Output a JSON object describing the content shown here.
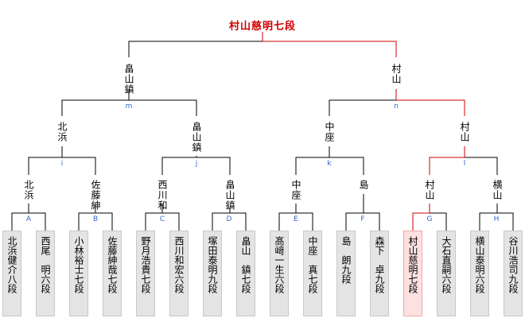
{
  "champion": "村山慈明七段",
  "bracket_labels": {
    "final_left": "畠山鎮",
    "final_right": "村山",
    "m_left": "北浜",
    "m_right": "畠山鎮",
    "n_left": "中座",
    "n_right": "村山",
    "i_left": "北浜",
    "i_right": "佐藤紳",
    "j_left": "西川和",
    "j_right": "畠山鎮",
    "k_left": "中座",
    "k_right": "島",
    "l_left": "村山",
    "l_right": "横山"
  },
  "match_markers": [
    "m",
    "n",
    "i",
    "j",
    "k",
    "l",
    "A",
    "B",
    "C",
    "D",
    "E",
    "F",
    "G",
    "H"
  ],
  "players": [
    "北浜健介八段",
    "西尾　明六段",
    "小林裕士七段",
    "佐藤紳哉七段",
    "野月浩貴七段",
    "西川和宏六段",
    "塚田泰明九段",
    "畠山　鎮七段",
    "髙﨑一生六段",
    "中座　真七段",
    "島　朗九段",
    "森下　卓九段",
    "村山慈明七段",
    "大石直嗣六段",
    "横山泰明六段",
    "谷川浩司九段"
  ],
  "winner_player_index": 12,
  "colors": {
    "winner_line": "#cc0000",
    "line": "#000000",
    "marker": "#3366cc"
  }
}
